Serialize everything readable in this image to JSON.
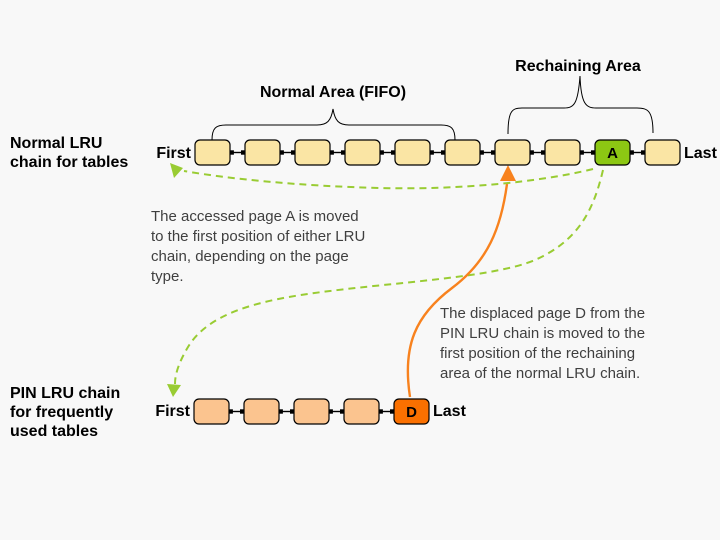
{
  "colors": {
    "background": "#f8f8f8",
    "normal_box": "#fae5a4",
    "pin_box": "#fbc48f",
    "accessed_box": "#8cc713",
    "displaced_box": "#fa7000",
    "box_border": "#000000",
    "green_arrow": "#99cc33",
    "orange_arrow": "#f8821e",
    "body_text": "#3f3f3f",
    "label_text": "#000000"
  },
  "side_labels": {
    "normal_chain": {
      "line1": "Normal LRU",
      "line2": "chain for tables"
    },
    "pin_chain": {
      "line1": "PIN LRU chain",
      "line2": "for frequently",
      "line3": "used tables"
    }
  },
  "area_labels": {
    "normal_area": "Normal Area (FIFO)",
    "rechaining_area": "Rechaining Area"
  },
  "chain_labels": {
    "normal_first": "First",
    "normal_last": "Last",
    "pin_first": "First",
    "pin_last": "Last"
  },
  "pages": {
    "accessed": "A",
    "displaced": "D"
  },
  "chains": {
    "normal": {
      "box_count": 10,
      "highlight_index": 8
    },
    "pin": {
      "box_count": 5,
      "highlight_index": 4
    }
  },
  "annotations": {
    "accessed": {
      "line1": "The accessed page A is moved",
      "line2": "to the first position of either LRU",
      "line3": "chain, depending on the page",
      "line4": "type."
    },
    "displaced": {
      "line1": "The displaced page D from the",
      "line2": "PIN LRU chain is moved to the",
      "line3": "first position of the rechaining",
      "line4": "area of the normal LRU chain."
    }
  }
}
